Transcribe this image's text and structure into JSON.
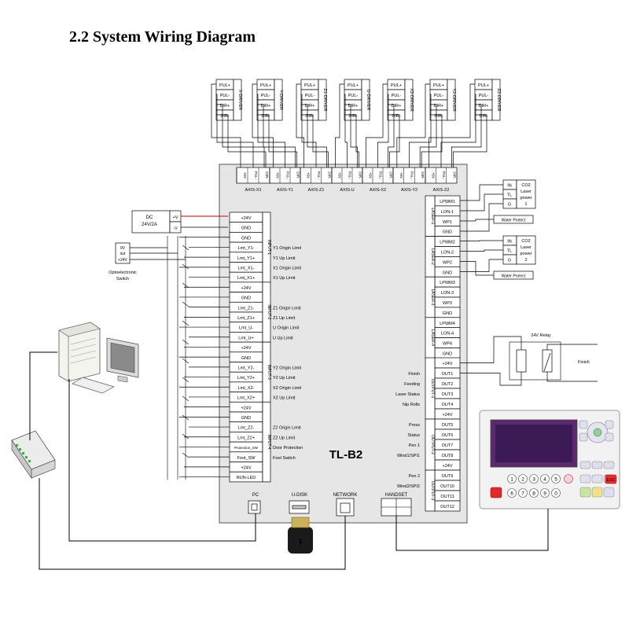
{
  "title": "2.2 System Wiring Diagram",
  "drivers": [
    {
      "name": "X-DRIVER",
      "pins": [
        "PUL+",
        "PUL-",
        "DIR+",
        "DIR-"
      ]
    },
    {
      "name": "Y-DRIVER",
      "pins": [
        "PUL+",
        "PUL-",
        "DIR+",
        "DIR-"
      ]
    },
    {
      "name": "Z1-DRIVER",
      "pins": [
        "PUL+",
        "PUL-",
        "DIR+",
        "DIR-"
      ]
    },
    {
      "name": "U-DRIVER",
      "pins": [
        "PUL+",
        "PUL-",
        "DIR+",
        "DIR-"
      ]
    },
    {
      "name": "X2-DRIVER",
      "pins": [
        "PUL+",
        "PUL-",
        "DIR+",
        "DIR-"
      ]
    },
    {
      "name": "Y2-DRIVER",
      "pins": [
        "PUL+",
        "PUL-",
        "DIR+",
        "DIR-"
      ]
    },
    {
      "name": "Z2-DRIVER",
      "pins": [
        "PUL+",
        "PUL-",
        "DIR+",
        "DIR-"
      ]
    }
  ],
  "axes": {
    "names": [
      "AXIS-X1",
      "AXIS-Y1",
      "AXIS-Z1",
      "AXIS-U",
      "AXIS-X2",
      "AXIS-Y2",
      "AXIS-Z2"
    ],
    "pins": [
      "+5V",
      "PUL-",
      "DIR-"
    ]
  },
  "board_name": "TL-B2",
  "power_supply": {
    "label1": "DC",
    "label2": "24V/2A",
    "plus": "+V",
    "minus": "-V"
  },
  "switch_box": {
    "line1": "0V",
    "line2": "out",
    "line3": "+24V",
    "caption1": "Optoelectronic",
    "caption2": "Switch"
  },
  "input_groups": [
    {
      "label": "INPUT-1",
      "pins": [
        "+24V",
        "GND",
        "GND",
        "Lmt_Y1-",
        "Lmt_Y1+",
        "Lmt_X1-",
        "Lmt_X1+"
      ],
      "descriptions": [
        "",
        "",
        "",
        "Y1 Origin Limit",
        "Y1 Up Limit",
        "X1 Origin Limit",
        "X1 Up Limit"
      ]
    },
    {
      "label": "INPUT-2",
      "pins": [
        "+24V",
        "GND",
        "Lmt_Z1-",
        "Lmt_Z1+",
        "Lmt_U-",
        "Lmt_U+"
      ],
      "descriptions": [
        "",
        "",
        "Z1 Origin Limit",
        "Z1 Up Limit",
        "U Origin Limit",
        "U Up Limit"
      ]
    },
    {
      "label": "INPUT-3",
      "pins": [
        "+24V",
        "GND",
        "Lmt_Y2-",
        "Lmt_Y2+",
        "Lmt_X2-",
        "Lmt_X2+"
      ],
      "descriptions": [
        "",
        "",
        "Y2 Origin Limit",
        "Y2 Up Limit",
        "X2 Origin Limit",
        "X2 Up Limit"
      ]
    },
    {
      "label": "INPUT-4",
      "pins": [
        "+24V",
        "GND",
        "Lmt_Z2-",
        "Lmt_Z2+",
        "Protection_SW",
        "Foot_SW",
        "+24V",
        "RUN-LED"
      ],
      "descriptions": [
        "",
        "",
        "Z2 Origin Limit",
        "Z2 Up Limit",
        "Door Protection",
        "Foot Switch",
        "",
        ""
      ]
    }
  ],
  "laser_groups": [
    {
      "label": "LASER-1",
      "pins": [
        "LPWM1",
        "LON-1",
        "WP1",
        "GND"
      ]
    },
    {
      "label": "LASER-2",
      "pins": [
        "LPWM2",
        "LON-2",
        "WP2",
        "GND"
      ]
    },
    {
      "label": "LASER-3",
      "pins": [
        "LPWM3",
        "LON-3",
        "WP3",
        "GND"
      ]
    },
    {
      "label": "LASER-4",
      "pins": [
        "LPWM4",
        "LON-4",
        "WP4",
        "GND"
      ]
    }
  ],
  "laser_power": [
    {
      "pins": [
        "IN",
        "TL",
        "G"
      ],
      "lines": [
        "CO2",
        "Laser",
        "power",
        "1"
      ],
      "water": "Water Protect"
    },
    {
      "pins": [
        "IN",
        "TL",
        "G"
      ],
      "lines": [
        "CO2",
        "Laser",
        "power",
        "2"
      ],
      "water": "Water Protect"
    }
  ],
  "output_groups": [
    {
      "label": "OUTPUT-1",
      "pins": [
        "+24V",
        "OUT1",
        "OUT2",
        "OUT3",
        "OUT4",
        "+24V"
      ],
      "descriptions": [
        "",
        "Finish",
        "Feeding",
        "Laser Status",
        "Nip Rolls",
        ""
      ]
    },
    {
      "label": "OUTPUT-2",
      "pins": [
        "OUT5",
        "OUT6",
        "OUT7",
        "OUT8",
        "+24V"
      ],
      "descriptions": [
        "Press",
        "Status",
        "Pen 1",
        "Wind1/SPI1",
        ""
      ]
    },
    {
      "label": "OUTPUT-3",
      "pins": [
        "OUT9",
        "OUT10",
        "OUT11",
        "OUT12"
      ],
      "descriptions": [
        "Pen 2",
        "Wind2/SPI2",
        "",
        ""
      ]
    }
  ],
  "relay": {
    "label": "24V Relay",
    "finish": "Finish"
  },
  "ports": {
    "pc": "PC",
    "udisk": "U-DISK",
    "network": "NETWORK",
    "handset": "HANDSET"
  },
  "handset_keys": [
    "1",
    "2",
    "3",
    "4",
    "5",
    "6",
    "7",
    "8",
    "9",
    "0",
    "ESC"
  ]
}
